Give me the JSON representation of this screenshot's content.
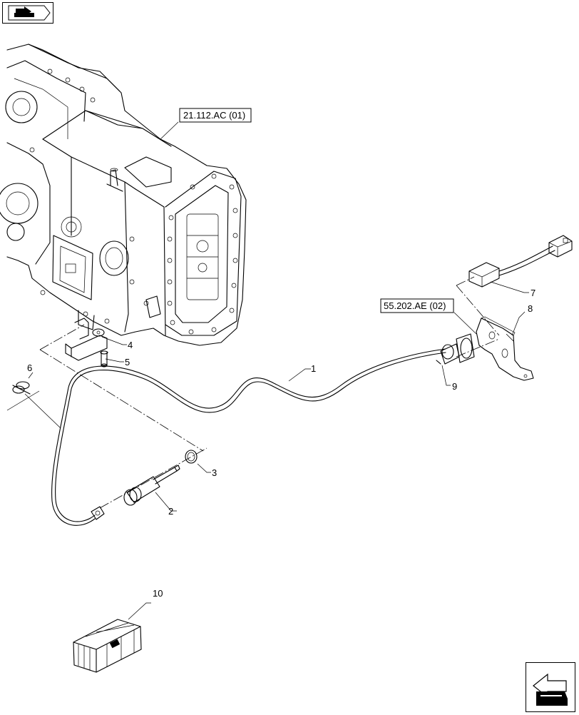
{
  "references": [
    {
      "id": "ref-21",
      "text": "21.112.AC (01)"
    },
    {
      "id": "ref-55",
      "text": "55.202.AE (02)"
    }
  ],
  "callouts": [
    {
      "id": "c1",
      "text": "1"
    },
    {
      "id": "c2",
      "text": "2"
    },
    {
      "id": "c3",
      "text": "3"
    },
    {
      "id": "c4",
      "text": "4"
    },
    {
      "id": "c5",
      "text": "5"
    },
    {
      "id": "c6",
      "text": "6"
    },
    {
      "id": "c7",
      "text": "7"
    },
    {
      "id": "c8",
      "text": "8"
    },
    {
      "id": "c9",
      "text": "9"
    },
    {
      "id": "c10",
      "text": "10"
    }
  ],
  "icons": {
    "top_left": "next-page-icon",
    "bottom_right": "previous-page-icon"
  }
}
